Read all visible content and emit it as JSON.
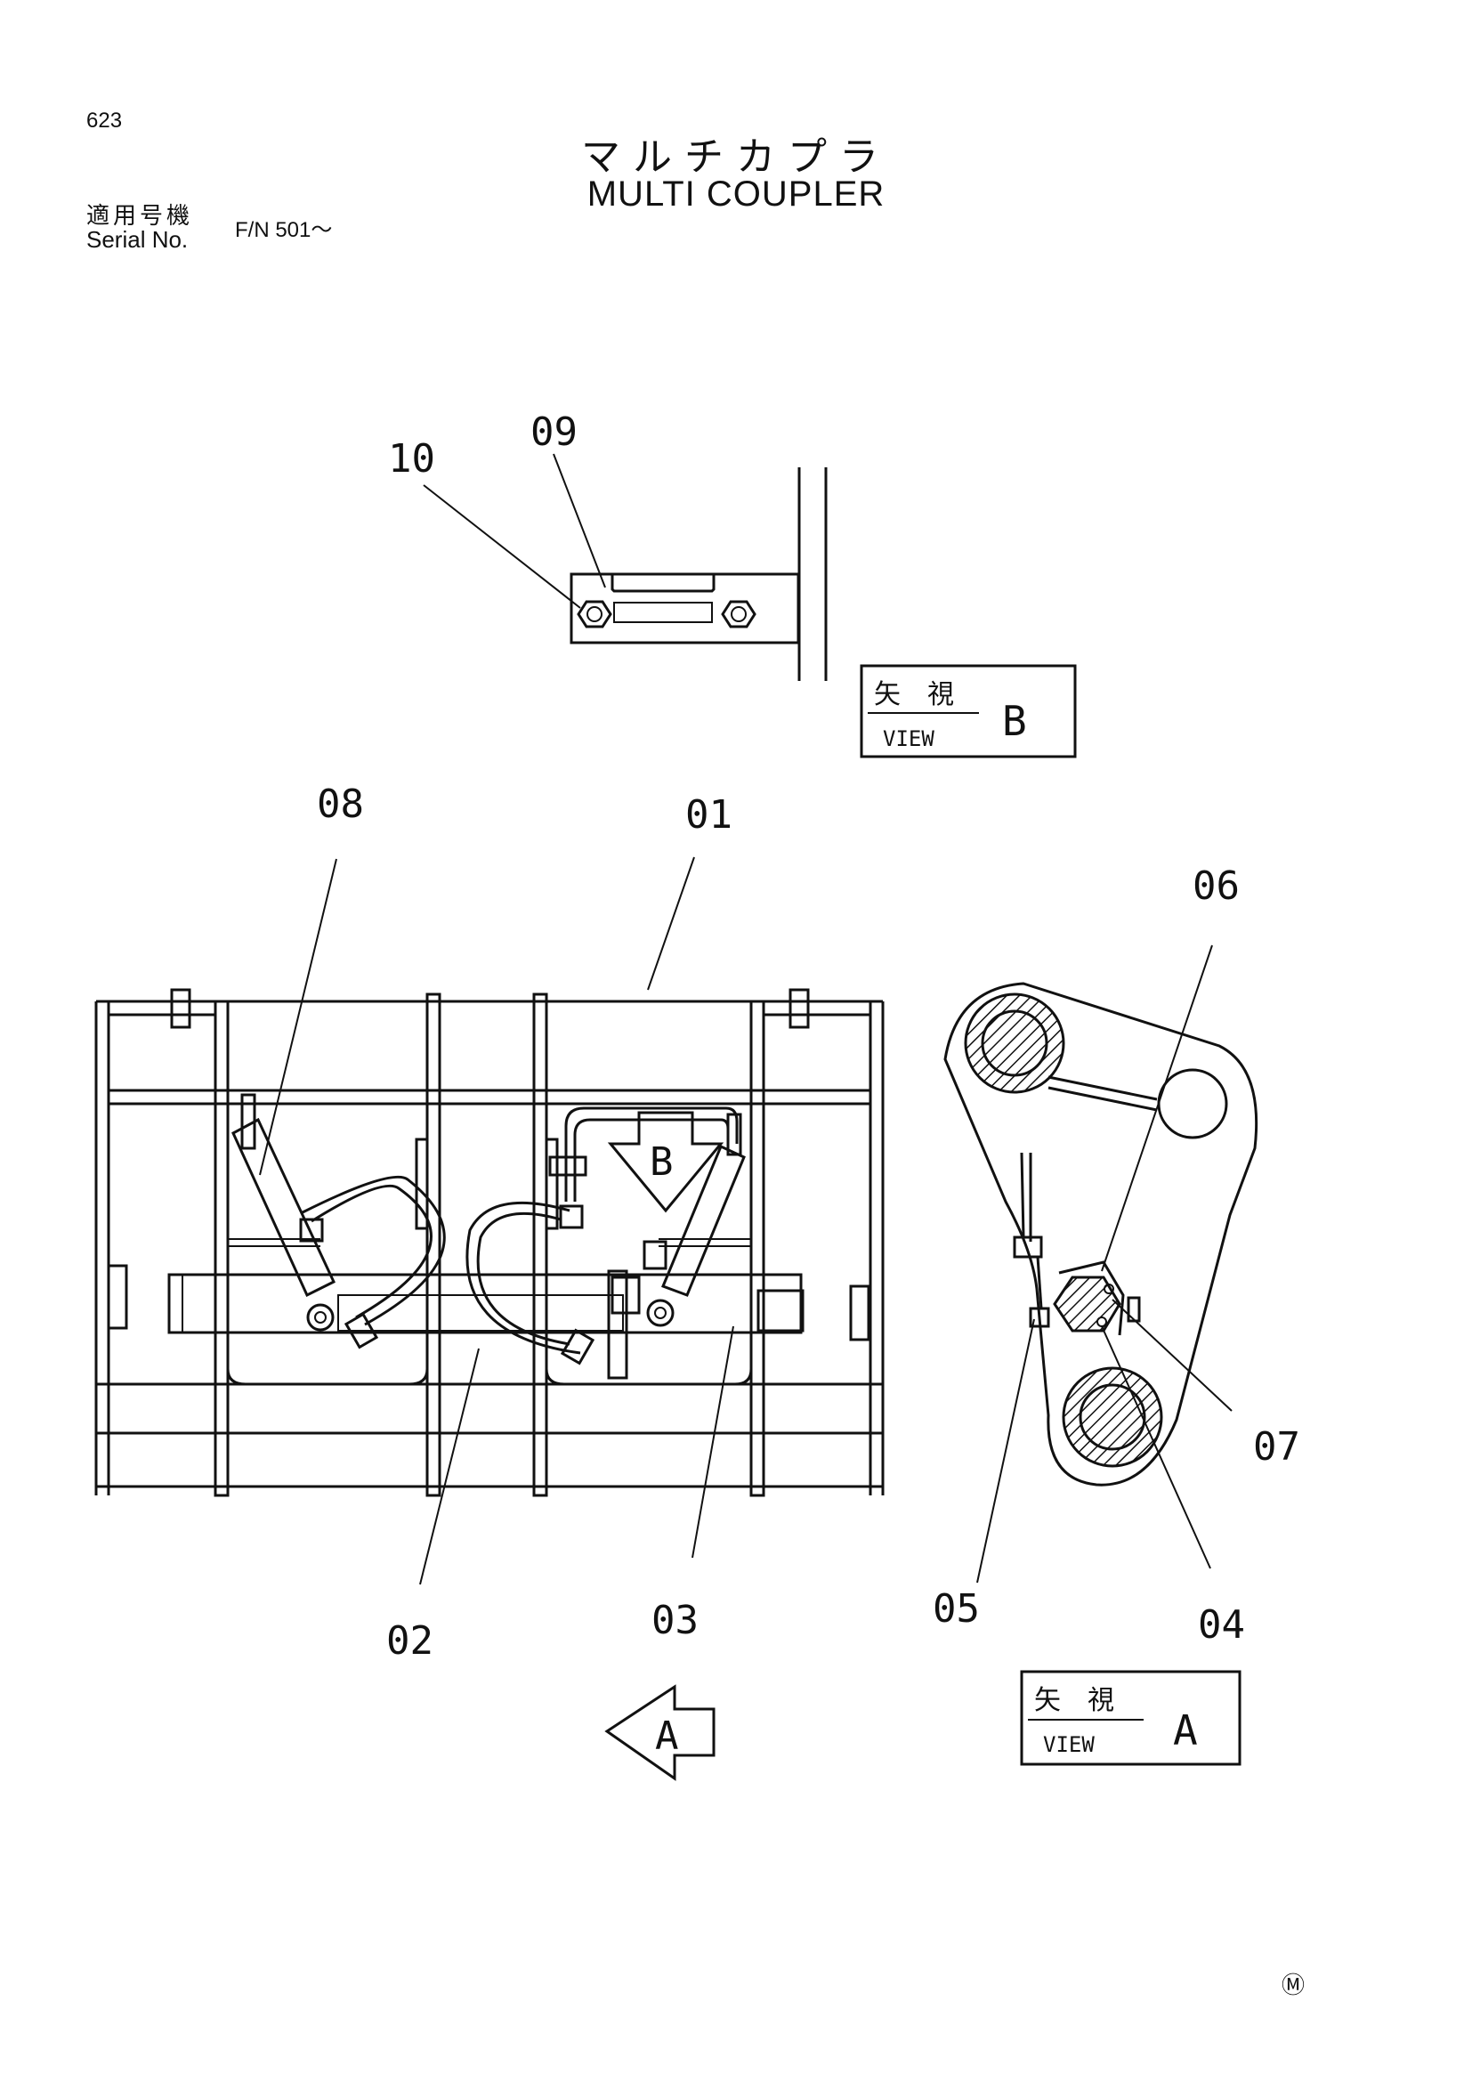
{
  "header": {
    "page_number": "623",
    "title_jp": "マルチカプラ",
    "title_en": "MULTI COUPLER",
    "serial_label_jp": "適用号機",
    "serial_label_en": "Serial No.",
    "serial_value": "F/N 501～"
  },
  "view_boxes": {
    "view_b": {
      "jp": "矢　視",
      "en": "VIEW",
      "letter": "B"
    },
    "view_a": {
      "jp": "矢　視",
      "en": "VIEW",
      "letter": "A"
    }
  },
  "arrows": {
    "arrow_b": "B",
    "arrow_a": "A"
  },
  "part_labels": {
    "p01": "01",
    "p02": "02",
    "p03": "03",
    "p04": "04",
    "p05": "05",
    "p06": "06",
    "p07": "07",
    "p08": "08",
    "p09": "09",
    "p10": "10"
  },
  "footer": {
    "mark": "Ⓜ"
  }
}
